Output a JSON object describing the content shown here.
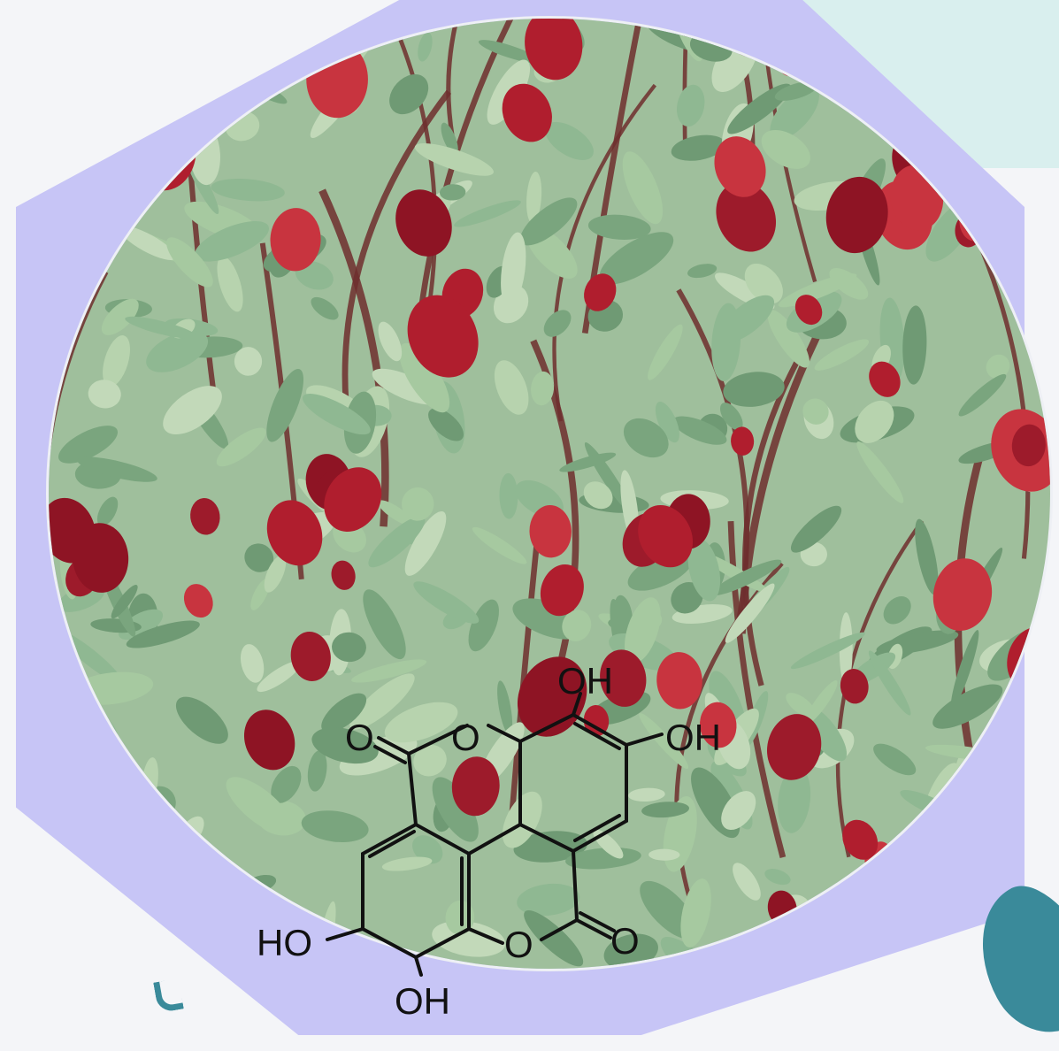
{
  "image": {
    "subject": "hibiscus-plant-with-red-calyces",
    "colors": {
      "hexagon": "#c7c5f6",
      "leaf": "#8fb892",
      "calyx": "#b01e2e",
      "stem": "#6e2e2e",
      "accent": "#3a8a9a"
    }
  },
  "molecule": {
    "labels": {
      "oh_top": "OH",
      "oh_right": "OH",
      "oh_bottom": "OH",
      "ho_left": "HO",
      "carbonyl_top": "O",
      "ring_o_top": "O",
      "ring_o_bottom": "O",
      "carbonyl_bottom": "O"
    }
  }
}
